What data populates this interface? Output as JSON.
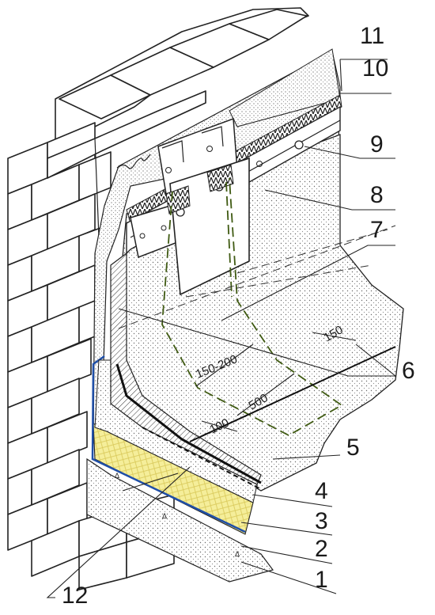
{
  "callouts": [
    {
      "id": "1",
      "label": "1"
    },
    {
      "id": "2",
      "label": "2"
    },
    {
      "id": "3",
      "label": "3"
    },
    {
      "id": "4",
      "label": "4"
    },
    {
      "id": "5",
      "label": "5"
    },
    {
      "id": "6",
      "label": "6"
    },
    {
      "id": "7",
      "label": "7"
    },
    {
      "id": "8",
      "label": "8"
    },
    {
      "id": "9",
      "label": "9"
    },
    {
      "id": "10",
      "label": "10"
    },
    {
      "id": "11",
      "label": "11"
    },
    {
      "id": "12",
      "label": "12"
    }
  ],
  "dimensions": {
    "d150_200": "150-200",
    "d500": "500",
    "d100": "100",
    "d150": "150"
  },
  "colors": {
    "insulation": "#f5ee9a",
    "membrane_blue": "#1f4fa8",
    "dashed_outline": "#3f5a12",
    "line": "#222222"
  }
}
